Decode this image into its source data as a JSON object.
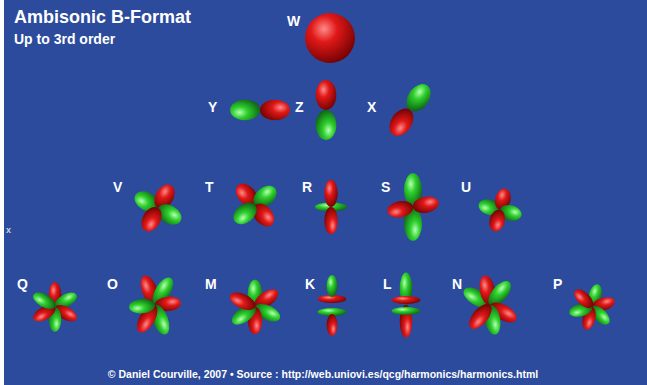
{
  "diagram": {
    "title": "Ambisonic B-Format",
    "caption": "© Daniel Courville, 2007 • Source : http://web.uniovi.es/qcg/harmonics/harmonics.html",
    "labels": [
      "Up to 3rd order",
      "W",
      "Y",
      "Z",
      "X",
      "V",
      "T",
      "R",
      "S",
      "U",
      "x",
      "Q",
      "O",
      "M",
      "K",
      "L",
      "N",
      "P"
    ]
  }
}
